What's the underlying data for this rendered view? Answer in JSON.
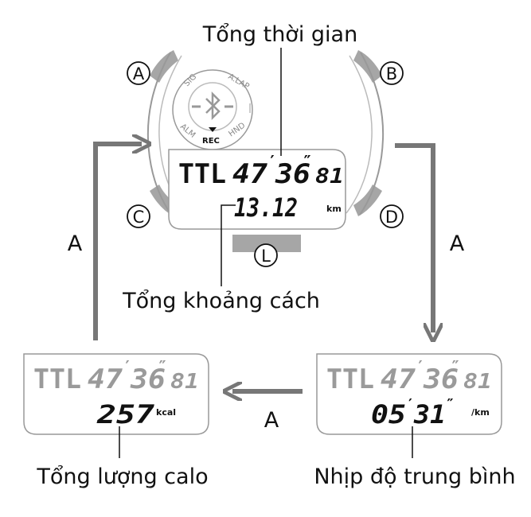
{
  "labels": {
    "total_time": "Tổng thời gian",
    "total_distance": "Tổng khoảng cách",
    "total_calories": "Tổng lượng calo",
    "average_pace": "Nhịp độ trung bình"
  },
  "transition_label": "A",
  "buttons": {
    "a": "A",
    "b": "B",
    "c": "C",
    "d": "D",
    "light": "L"
  },
  "bezel": {
    "sig": "SIG",
    "alap": "A.LAP",
    "alm": "ALM",
    "hnd": "HND",
    "rec": "REC"
  },
  "main_display": {
    "prefix": "TTL",
    "time_min": "47",
    "time_sec": "36",
    "time_frac": "81",
    "distance": "13.12",
    "distance_unit": "km"
  },
  "calorie_display": {
    "prefix": "TTL",
    "time_min": "47",
    "time_sec": "36",
    "time_frac": "81",
    "calories": "257",
    "calorie_unit": "kcal"
  },
  "pace_display": {
    "prefix": "TTL",
    "time_min": "47",
    "time_sec": "36",
    "time_frac": "81",
    "pace_min": "05",
    "pace_sec": "31",
    "pace_unit": "/km"
  },
  "colors": {
    "arrow": "#777777",
    "outline": "#999999",
    "button_gray": "#a6a6a6",
    "dim_digits": "#9a9a9a",
    "dark_digits": "#111111"
  }
}
